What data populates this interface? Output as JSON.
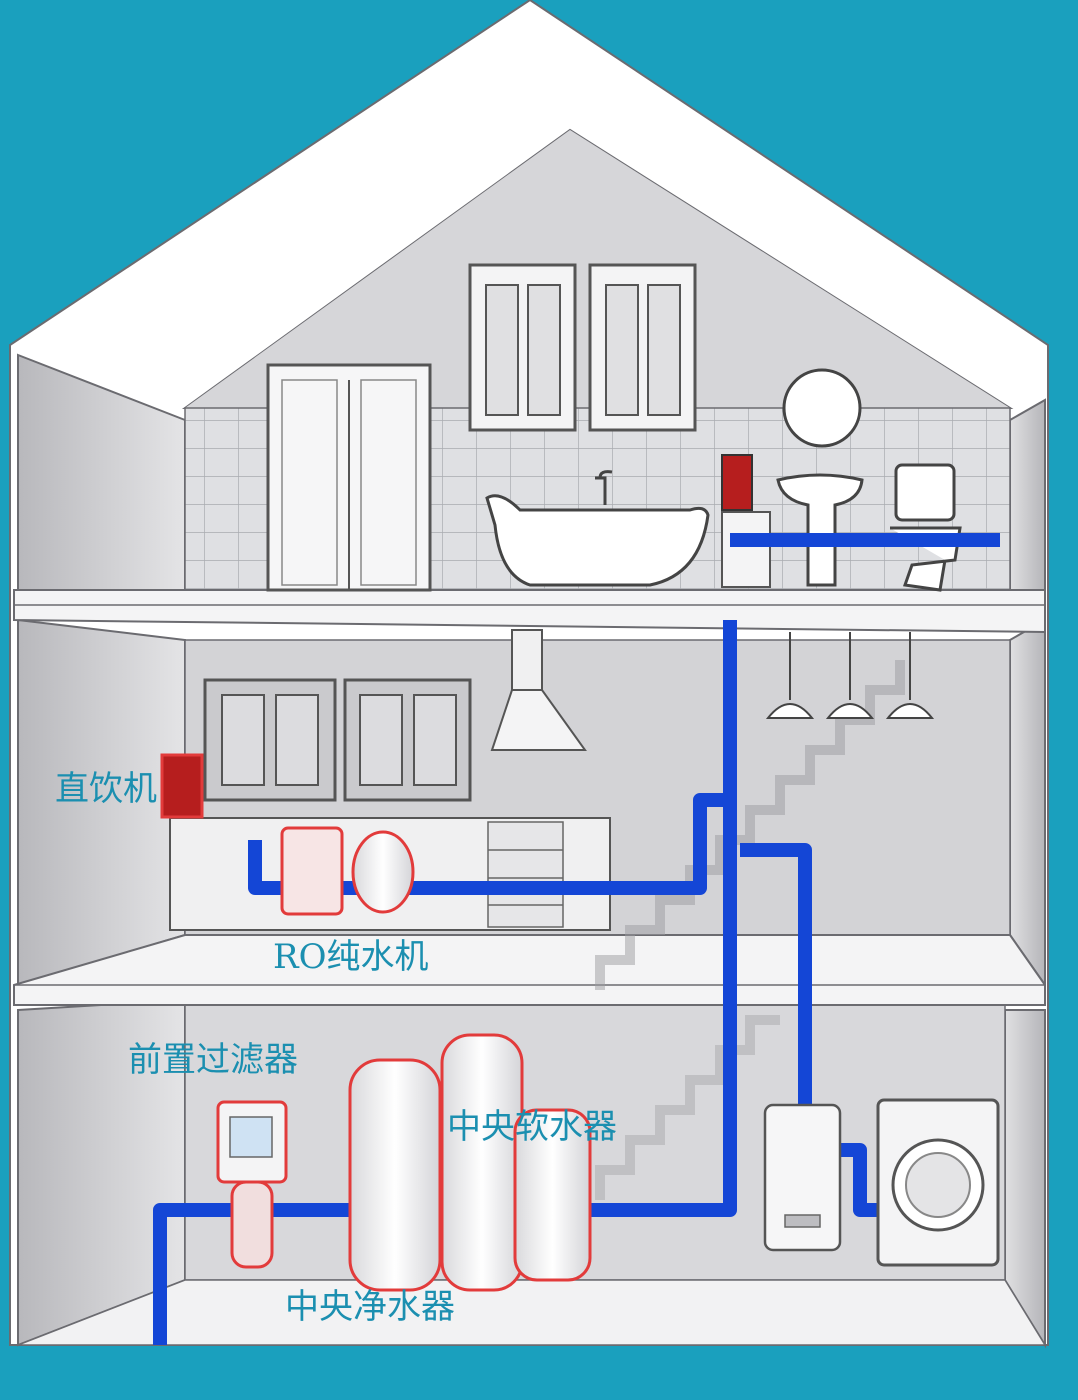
{
  "colors": {
    "background": "#1aa0be",
    "label": "#1b8fb0",
    "pipe": "#1446d6",
    "equipment_outline": "#e23b3b",
    "wall": "#c9c9cc"
  },
  "labels": {
    "direct_drink": "直饮机",
    "ro": "RO纯水机",
    "prefilter": "前置过滤器",
    "softener": "中央软水器",
    "purifier": "中央净水器"
  }
}
